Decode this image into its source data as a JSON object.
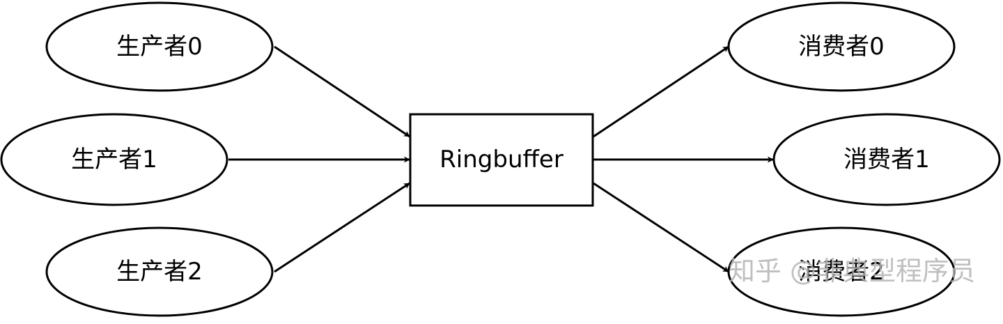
{
  "diagram": {
    "center": {
      "label": "Ringbuffer"
    },
    "producers": [
      {
        "label": "生产者0"
      },
      {
        "label": "生产者1"
      },
      {
        "label": "生产者2"
      }
    ],
    "consumers": [
      {
        "label": "消费者0"
      },
      {
        "label": "消费者1"
      },
      {
        "label": "消费者2"
      }
    ]
  },
  "watermark": {
    "text": "知乎 @非典型程序员"
  }
}
